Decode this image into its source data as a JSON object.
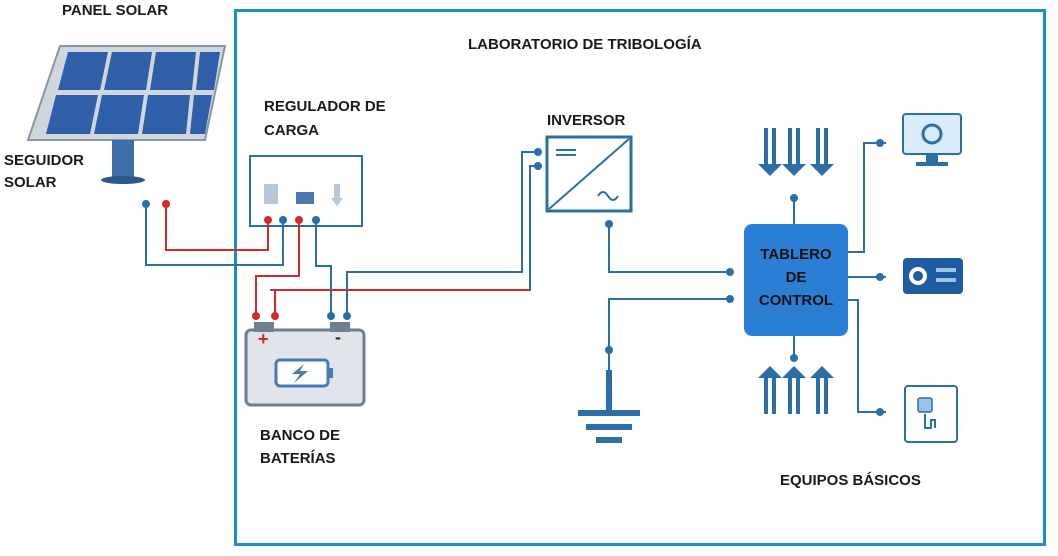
{
  "panel_solar": "PANEL SOLAR",
  "seguidor_solar": [
    "SEGUIDOR",
    "SOLAR"
  ],
  "laboratorio": "LABORATORIO DE TRIBOLOGÍA",
  "regulador": [
    "REGULADOR DE",
    "CARGA"
  ],
  "inversor": "INVERSOR",
  "tablero": [
    "TABLERO",
    "DE",
    "CONTROL"
  ],
  "banco": [
    "BANCO DE",
    "BATERÍAS"
  ],
  "equipos": "EQUIPOS BÁSICOS",
  "battery_plus": "+",
  "battery_minus": "-",
  "colors": {
    "wire_blue": "#2b6fa6",
    "wire_red": "#d42a2a",
    "frame": "#1b8fc2",
    "tablero": "#2a7fd4"
  }
}
